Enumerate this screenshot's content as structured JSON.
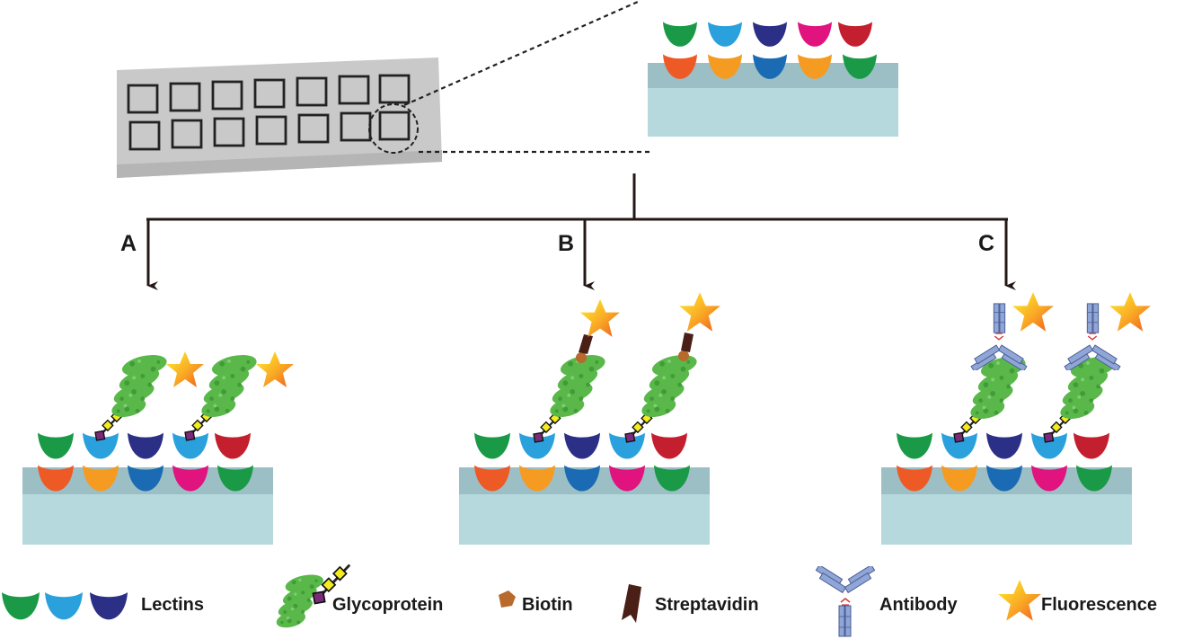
{
  "branches": [
    {
      "label": "A"
    },
    {
      "label": "B"
    },
    {
      "label": "C"
    }
  ],
  "legend": {
    "lectins": "Lectins",
    "glycoprotein": "Glycoprotein",
    "biotin": "Biotin",
    "streptavidin": "Streptavidin",
    "antibody": "Antibody",
    "fluorescence": "Fluorescence"
  },
  "colors": {
    "lectin_green": "#1a9a47",
    "lectin_lightblue": "#2aa1dc",
    "lectin_navy": "#2b2f86",
    "lectin_magenta": "#e0137f",
    "lectin_red": "#c41f2e",
    "lectin_orange": "#ee5a26",
    "lectin_amber": "#f59b22",
    "lectin_blue": "#1a6ab4",
    "chip_top": "#9cbfc6",
    "chip_front": "#b6d9dd",
    "slide_gray": "#cccccc",
    "glycoprotein": "#5ab84a",
    "glycan_yellow": "#f5ec1e",
    "glycan_purple": "#7a2a78",
    "biotin": "#b8692c",
    "streptavidin": "#4a1f16",
    "antibody": "#8fa6d6"
  }
}
